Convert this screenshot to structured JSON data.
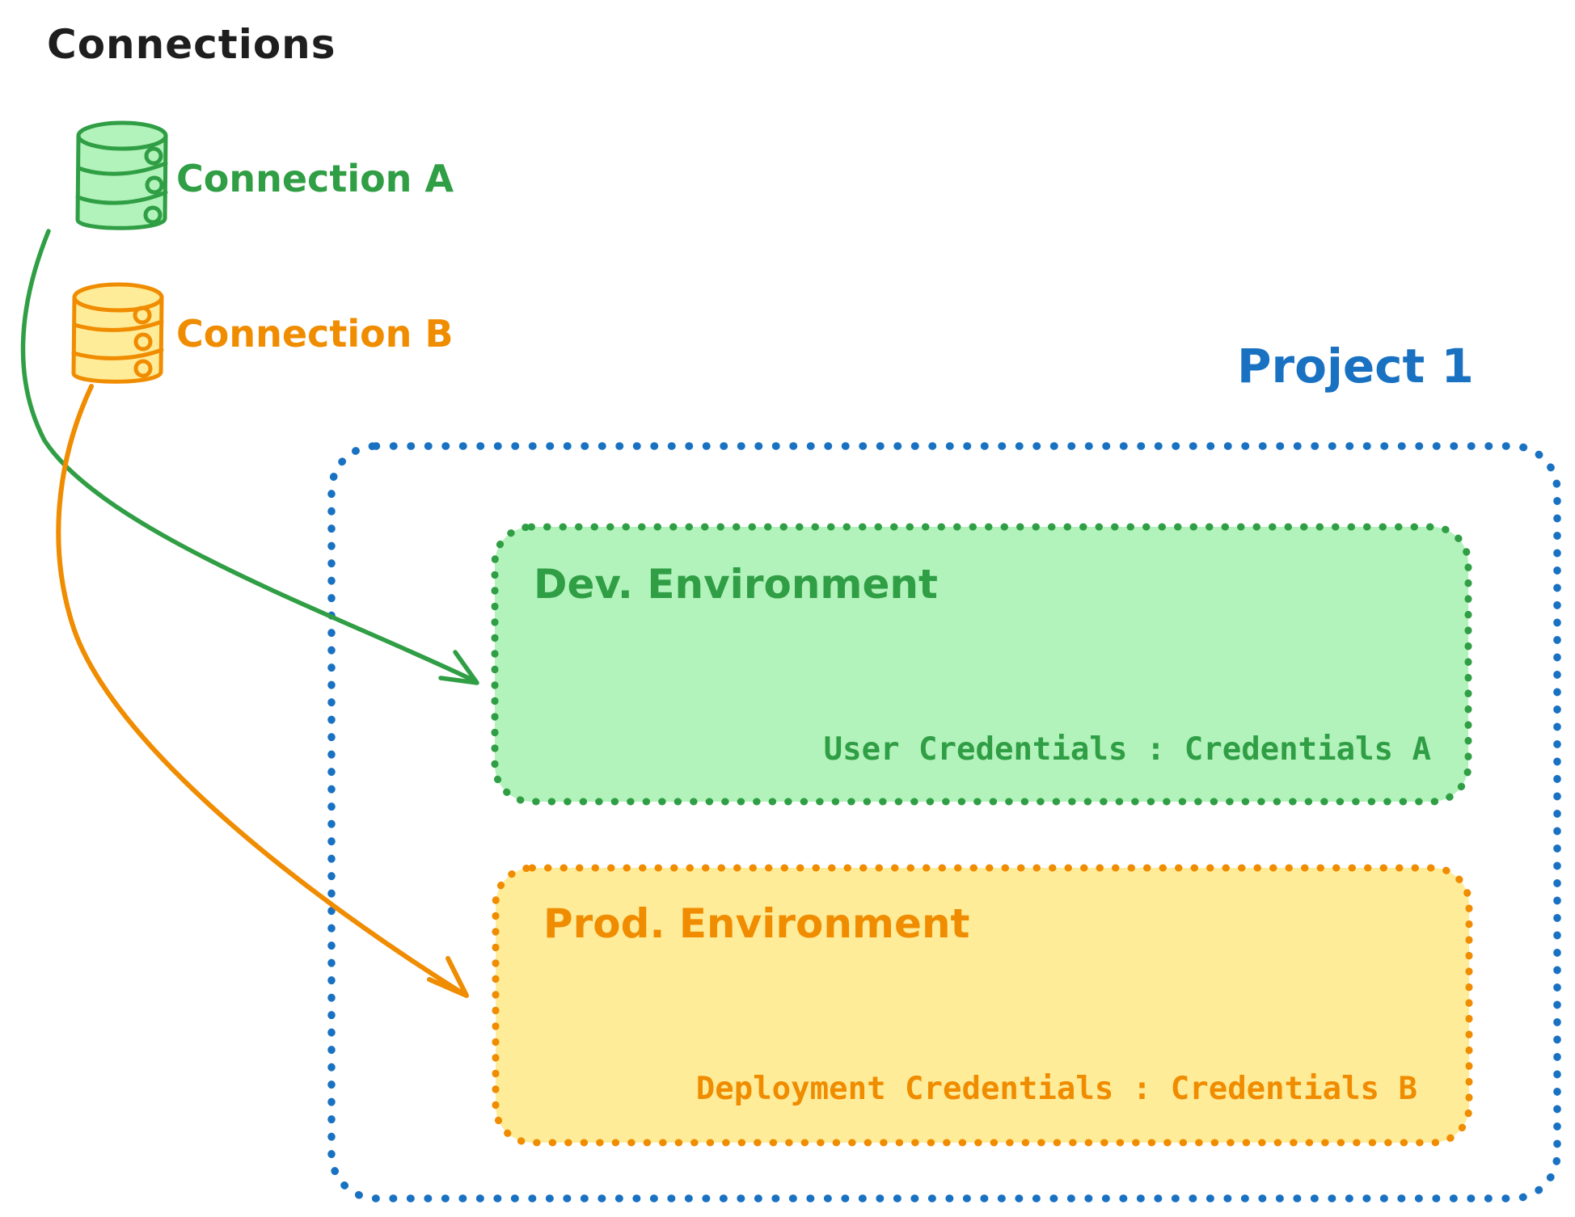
{
  "colors": {
    "text": "#1e1e1e",
    "green": "#2f9e44",
    "green_fill": "#b2f2bb",
    "orange": "#f08c00",
    "orange_fill": "#ffec99",
    "blue": "#1971c2",
    "background": "#ffffff"
  },
  "header": {
    "title": "Connections"
  },
  "connections": {
    "a": {
      "label": "Connection A",
      "icon": "database-cylinder-icon",
      "color": "#2f9e44"
    },
    "b": {
      "label": "Connection B",
      "icon": "database-cylinder-icon",
      "color": "#f08c00"
    }
  },
  "project": {
    "title": "Project 1",
    "environments": {
      "dev": {
        "name": "Dev. Environment",
        "credentials": "User Credentials : Credentials A"
      },
      "prod": {
        "name": "Prod. Environment",
        "credentials": "Deployment Credentials : Credentials B"
      }
    }
  },
  "arrows": {
    "a_to_dev": {
      "from": "Connection A",
      "to": "Dev. Environment",
      "color": "#2f9e44"
    },
    "b_to_prod": {
      "from": "Connection B",
      "to": "Prod. Environment",
      "color": "#f08c00"
    }
  }
}
